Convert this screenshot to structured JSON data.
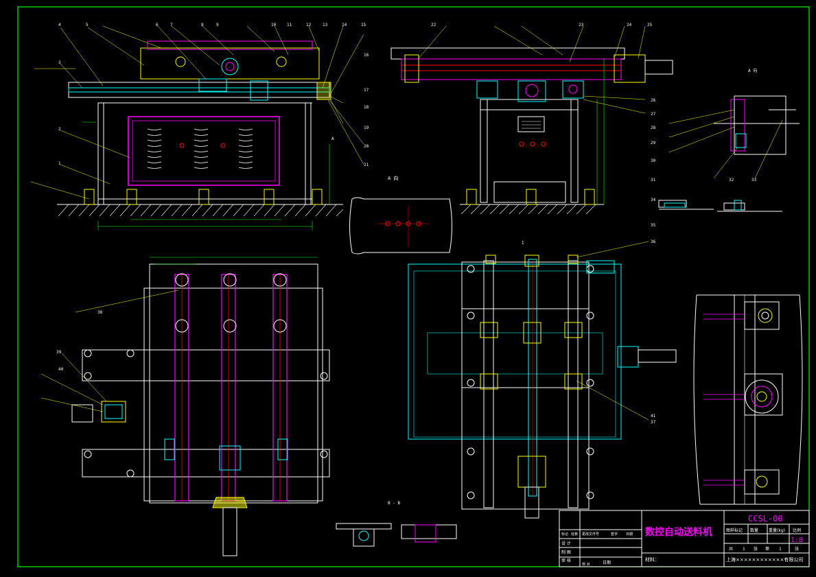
{
  "drawing": {
    "title_cn": "数控自动送料机",
    "drawing_no": "CCSL-00",
    "scale_label": "比例",
    "scale": "1:8",
    "company": "上海××××××××××××有限公司",
    "material_label": "材料：",
    "headers": [
      "图样标记",
      "数量",
      "重量(kg)",
      "比例"
    ],
    "sheet_info": [
      "共",
      "1",
      "张",
      "第",
      "1",
      "张"
    ],
    "rev_header": [
      "标记",
      "处数",
      "更改文件号",
      "签字",
      "日期"
    ],
    "sign_rows": [
      "设  计",
      "制  图",
      "审  核",
      "校  对"
    ],
    "date_label": "日期",
    "view_a_label": "A 向",
    "view_a_marker": "A",
    "section_label": "I",
    "section_bb_label": "B - B",
    "view_detail_label": "A 向",
    "part_numbers_top_left": [
      "4",
      "5",
      "6",
      "7",
      "8",
      "9",
      "10",
      "11",
      "12",
      "13",
      "14",
      "15"
    ],
    "part_numbers_left_side": [
      "3",
      "2",
      "1"
    ],
    "part_numbers_mid": [
      "16",
      "17",
      "18",
      "19",
      "20",
      "21",
      "22"
    ],
    "part_numbers_right": [
      "23",
      "24",
      "25",
      "26",
      "27",
      "28",
      "29",
      "30",
      "31",
      "32",
      "33",
      "34",
      "35",
      "36",
      "37"
    ],
    "part_numbers_bottom": [
      "38",
      "39",
      "40",
      "41"
    ]
  },
  "colors": {
    "background": "#000000",
    "frame": "#00ff00",
    "cyan": "#00ffff",
    "magenta": "#ff00ff",
    "yellow": "#ffff00",
    "red": "#ff0000",
    "white": "#ffffff",
    "green": "#00ff00"
  }
}
